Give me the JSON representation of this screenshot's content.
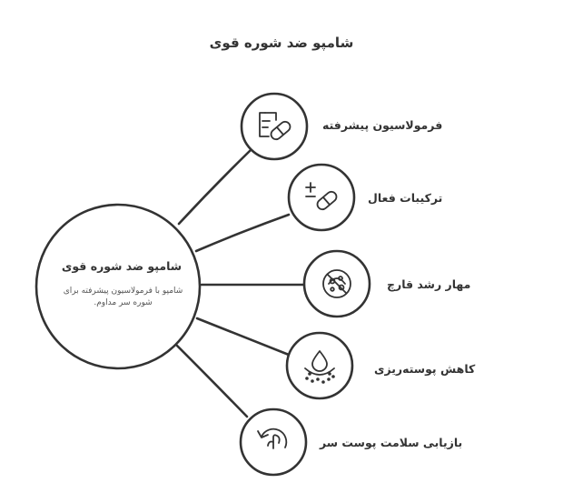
{
  "title": "شامپو ضد شوره قوی",
  "center": {
    "title": "شامپو ضد شوره قوی",
    "description": "شامپو با فرمولاسیون پیشرفته برای شوره سر مداوم."
  },
  "branches": [
    {
      "label": "فرمولاسیون پیشرفته",
      "icon": "formula-pill-icon"
    },
    {
      "label": "ترکیبات فعال",
      "icon": "plus-minus-pill-icon"
    },
    {
      "label": "مهار رشد قارچ",
      "icon": "no-fungus-icon"
    },
    {
      "label": "کاهش پوسته‌ریزی",
      "icon": "drop-flakes-icon"
    },
    {
      "label": "بازیابی سلامت پوست سر",
      "icon": "restore-cycle-icon"
    }
  ],
  "colors": {
    "stroke": "#333333",
    "text": "#333333",
    "background": "#ffffff"
  }
}
